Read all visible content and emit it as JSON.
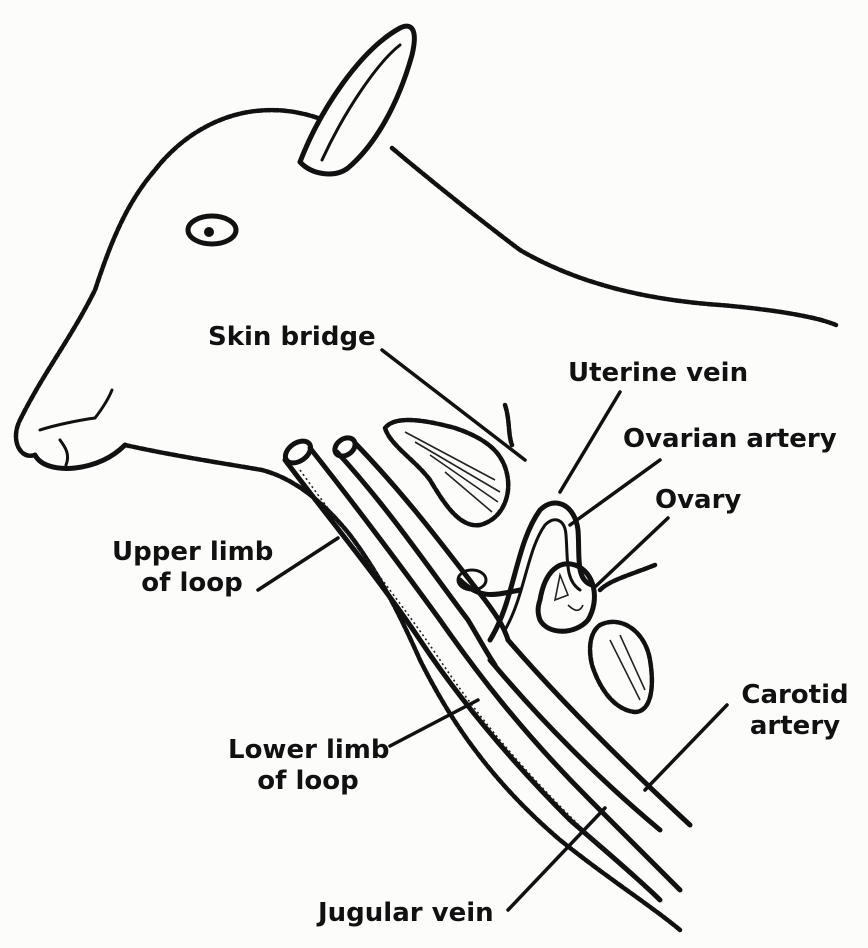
{
  "labels": {
    "skin_bridge": "Skin bridge",
    "uterine_vein": "Uterine vein",
    "ovarian_artery": "Ovarian artery",
    "ovary": "Ovary",
    "upper_limb_line1": "Upper limb",
    "upper_limb_line2": "of loop",
    "lower_limb_line1": "Lower limb",
    "lower_limb_line2": "of loop",
    "carotid_line1": "Carotid",
    "carotid_line2": "artery",
    "jugular_vein": "Jugular vein"
  },
  "colors": {
    "ink": "#111111",
    "paper": "#fcfcfa"
  }
}
